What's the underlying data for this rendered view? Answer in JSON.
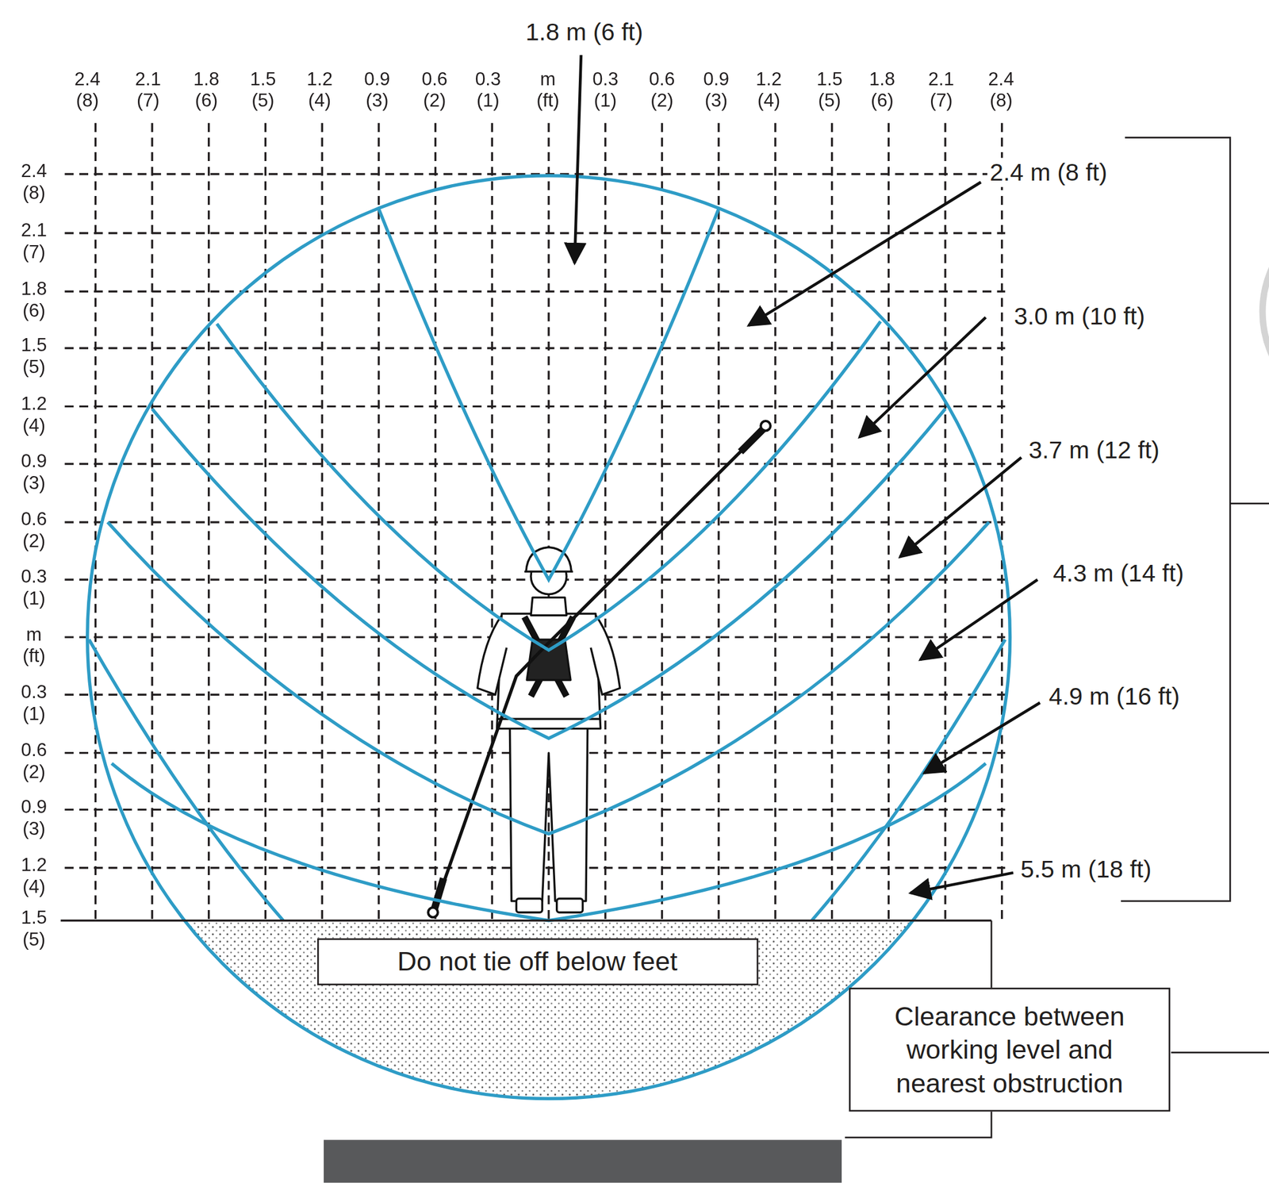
{
  "diagram": {
    "nodes": [
      {
        "text": [
          "Do not tie off below feet"
        ]
      },
      {
        "text": [
          "Clearance between working level and nearest obstruction"
        ]
      }
    ],
    "labels": [
      "1.8 m (6 ft)",
      "2.4 (8)",
      "2.1 (7)",
      "1.8 (6)",
      "1.5 (5)",
      "1.2 (4)",
      "0.9 (3)",
      "0.6 (2)",
      "0.3 (1)",
      "m (ft)",
      "0.3 (1)",
      "0.6 (2)",
      "0.9 (3)",
      "1.2 (4)",
      "1.5 (5)",
      "1.8 (6)",
      "2.1 (7)",
      "2.4 (8)",
      "2.4 (8)",
      "2.1 (7)",
      "1.8 (6)",
      "1.5 (5)",
      "1.2 (4)",
      "0.9 (3)",
      "0.6 (2)",
      "0.3 (1)",
      "m (ft)",
      "0.3 (1)",
      "0.6 (2)",
      "0.9 (3)",
      "1.2 (4)",
      "1.5 (5)",
      "2.4 m (8 ft)",
      "3.0 m (10 ft)",
      "3.7 m (12 ft)",
      "4.3 m (14 ft)",
      "4.9 m (16 ft)",
      "5.5 m (18 ft)"
    ]
  }
}
